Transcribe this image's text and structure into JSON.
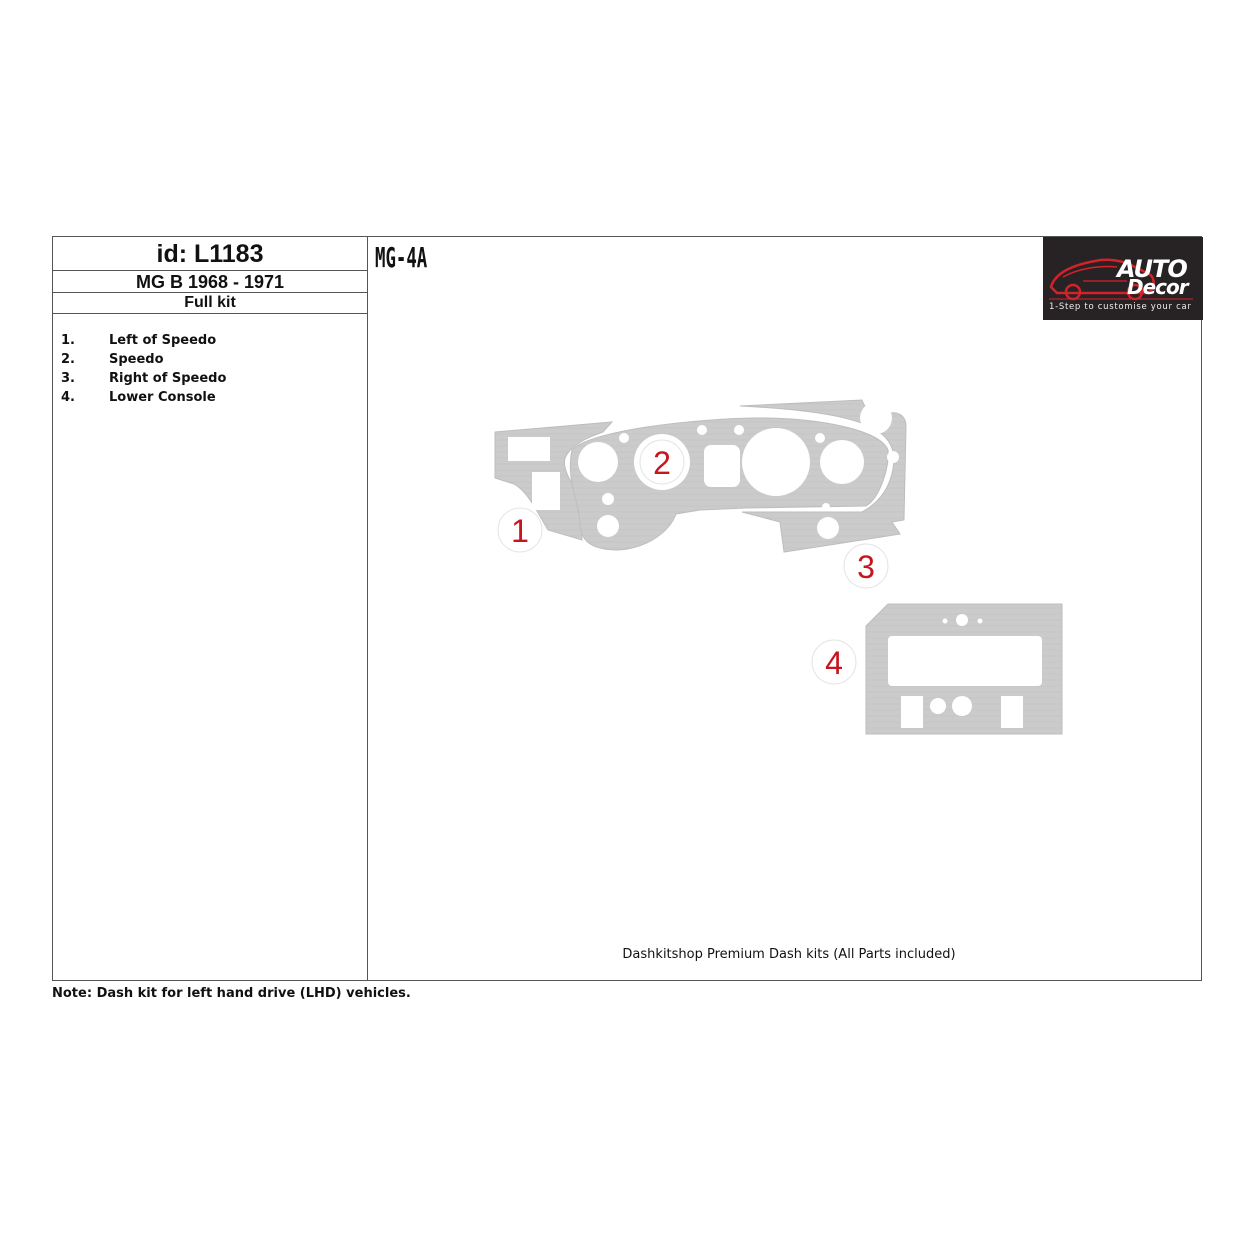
{
  "header": {
    "id_label": "id: L1183",
    "model": "MG B 1968 - 1971",
    "kit": "Full kit",
    "code": "MG-4A"
  },
  "parts_list": [
    {
      "num": "1.",
      "name": "Left of Speedo"
    },
    {
      "num": "2.",
      "name": "Speedo"
    },
    {
      "num": "3.",
      "name": "Right of Speedo"
    },
    {
      "num": "4.",
      "name": "Lower Console"
    }
  ],
  "diagram_labels": [
    "1",
    "2",
    "3",
    "4"
  ],
  "logo": {
    "word1": "AUTO",
    "word2": "Decor",
    "tagline": "1-Step to customise your car"
  },
  "caption": "Dashkitshop Premium Dash kits (All Parts included)",
  "note": "Note: Dash kit for left hand drive (LHD)  vehicles.",
  "colors": {
    "part_fill": "#c9c9c9",
    "label_red": "#c8141e",
    "logo_bg": "#272324",
    "logo_red": "#d2232a"
  }
}
